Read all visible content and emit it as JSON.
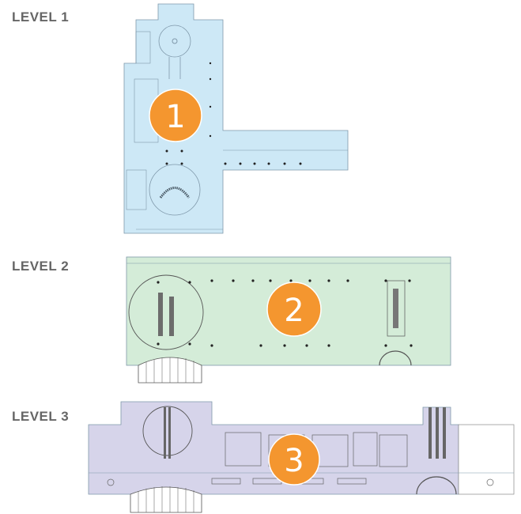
{
  "levels": [
    {
      "label": "LEVEL 1",
      "badge": "1",
      "fill": "#cde8f6"
    },
    {
      "label": "LEVEL 2",
      "badge": "2",
      "fill": "#d4ecd8"
    },
    {
      "label": "LEVEL 3",
      "badge": "3",
      "fill": "#d6d4ea"
    }
  ],
  "colors": {
    "badge": "#f4962f",
    "heading": "#666666",
    "lines": "#8a9aa8"
  }
}
